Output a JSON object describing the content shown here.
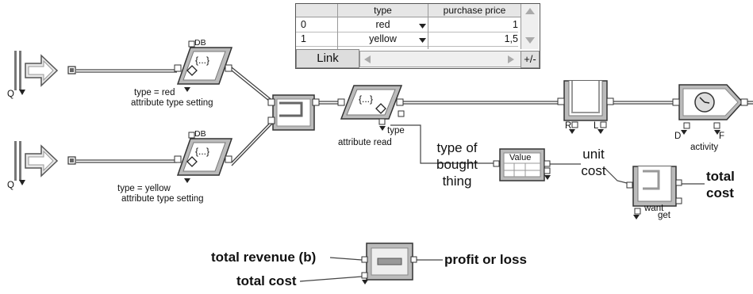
{
  "table": {
    "headers": [
      "",
      "type",
      "purchase price"
    ],
    "rows": [
      {
        "index": "0",
        "type": "red",
        "price": "1"
      },
      {
        "index": "1",
        "type": "yellow",
        "price": "1,5"
      }
    ],
    "link_label": "Link",
    "corner_label": "+/-"
  },
  "blocks": {
    "db_top": "DB",
    "db_bottom": "DB",
    "braces_top": "{...}",
    "braces_bottom": "{...}",
    "braces_middle": "{...}",
    "value_block": "Value"
  },
  "labels": {
    "q_top": "Q",
    "q_bottom": "Q",
    "type_red": "type = red",
    "attr_setting_top": "attribute type setting",
    "type_yellow": "type = yellow",
    "attr_setting_bottom": "attribute type setting",
    "type_port": "type",
    "attribute_read": "attribute read",
    "r_port": "R",
    "l_port": "L",
    "d_port": "D",
    "f_port": "F",
    "activity": "activity",
    "want": "want",
    "get": "get"
  },
  "annotations": {
    "type_of_bought_thing": [
      "type of",
      "bought",
      "thing"
    ],
    "unit_cost": [
      "unit",
      "cost"
    ],
    "total_cost_right": [
      "total",
      "cost"
    ],
    "total_revenue": "total revenue (b)",
    "total_cost_bottom": "total cost",
    "profit_or_loss": "profit or loss"
  }
}
